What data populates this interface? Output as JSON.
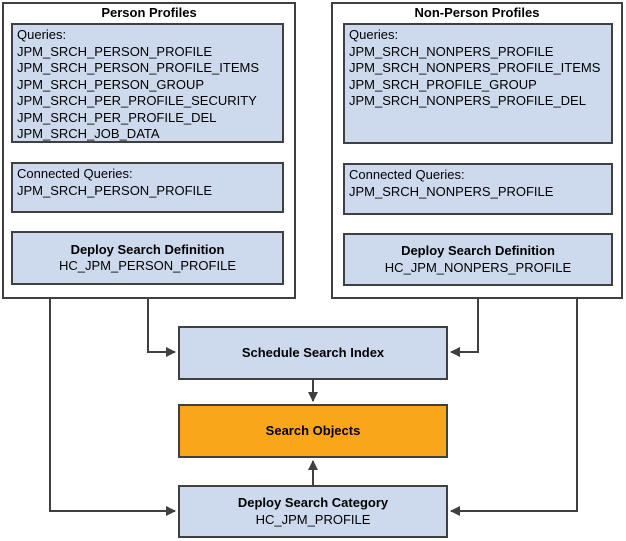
{
  "panels": [
    {
      "title": "Person Profiles",
      "queries_heading": "Queries:",
      "queries": [
        "JPM_SRCH_PERSON_PROFILE",
        "JPM_SRCH_PERSON_PROFILE_ITEMS",
        "JPM_SRCH_PERSON_GROUP",
        "JPM_SRCH_PER_PROFILE_SECURITY",
        "JPM_SRCH_PER_PROFILE_DEL",
        "JPM_SRCH_JOB_DATA"
      ],
      "connected_heading": "Connected Queries:",
      "connected_queries": [
        "JPM_SRCH_PERSON_PROFILE"
      ],
      "deploy": {
        "title": "Deploy Search Definition",
        "value": "HC_JPM_PERSON_PROFILE"
      }
    },
    {
      "title": "Non-Person Profiles",
      "queries_heading": "Queries:",
      "queries": [
        "JPM_SRCH_NONPERS_PROFILE",
        "JPM_SRCH_NONPERS_PROFILE_ITEMS",
        "JPM_SRCH_PROFILE_GROUP",
        "JPM_SRCH_NONPERS_PROFILE_DEL"
      ],
      "connected_heading": "Connected Queries:",
      "connected_queries": [
        "JPM_SRCH_NONPERS_PROFILE"
      ],
      "deploy": {
        "title": "Deploy Search Definition",
        "value": "HC_JPM_NONPERS_PROFILE"
      }
    }
  ],
  "flow": {
    "schedule_search_index": "Schedule Search Index",
    "search_objects": "Search Objects",
    "deploy_search_category": {
      "title": "Deploy Search Category",
      "value": "HC_JPM_PROFILE"
    }
  },
  "colors": {
    "box_fill_blue": "#CDD9EC",
    "box_fill_orange": "#FAA61A",
    "box_border": "#404040",
    "connector_line": "#404040",
    "background": "#FFFFFF"
  }
}
